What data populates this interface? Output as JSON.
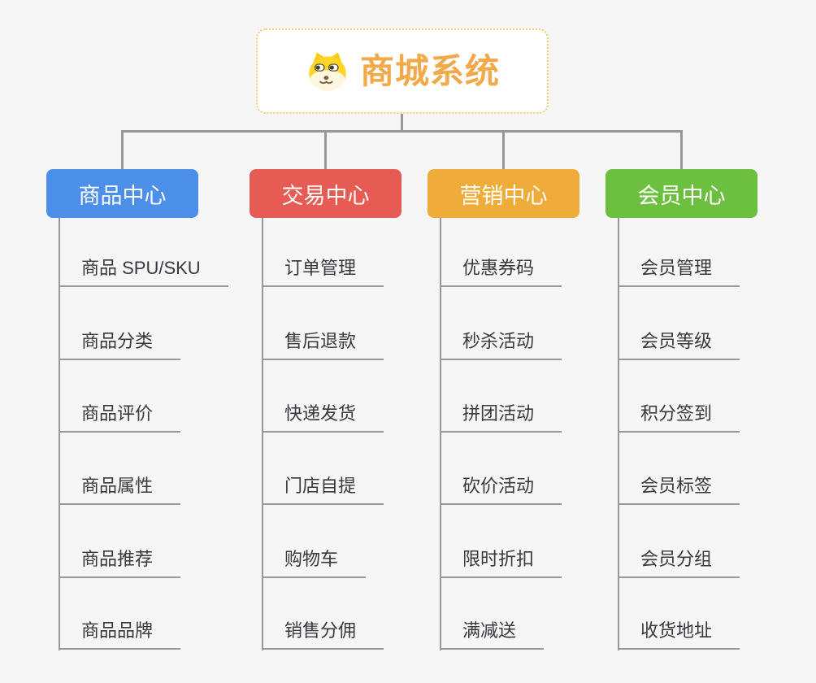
{
  "app": {
    "background_color": "#F6F6F7",
    "connector_color": "#98989B"
  },
  "root": {
    "label": "商城系统",
    "icon": "dog-face-icon",
    "text_color": "#F2A94A",
    "border_color": "#F4C777",
    "background_color": "#FFFFFF"
  },
  "branches": [
    {
      "label": "商品中心",
      "color": "#4B8FE8",
      "children": [
        "商品 SPU/SKU",
        "商品分类",
        "商品评价",
        "商品属性",
        "商品推荐",
        "商品品牌"
      ]
    },
    {
      "label": "交易中心",
      "color": "#E75B55",
      "children": [
        "订单管理",
        "售后退款",
        "快递发货",
        "门店自提",
        "购物车",
        "销售分佣"
      ]
    },
    {
      "label": "营销中心",
      "color": "#EFAC3B",
      "children": [
        "优惠券码",
        "秒杀活动",
        "拼团活动",
        "砍价活动",
        "限时折扣",
        "满减送"
      ]
    },
    {
      "label": "会员中心",
      "color": "#6DBF40",
      "children": [
        "会员管理",
        "会员等级",
        "积分签到",
        "会员标签",
        "会员分组",
        "收货地址"
      ]
    }
  ]
}
